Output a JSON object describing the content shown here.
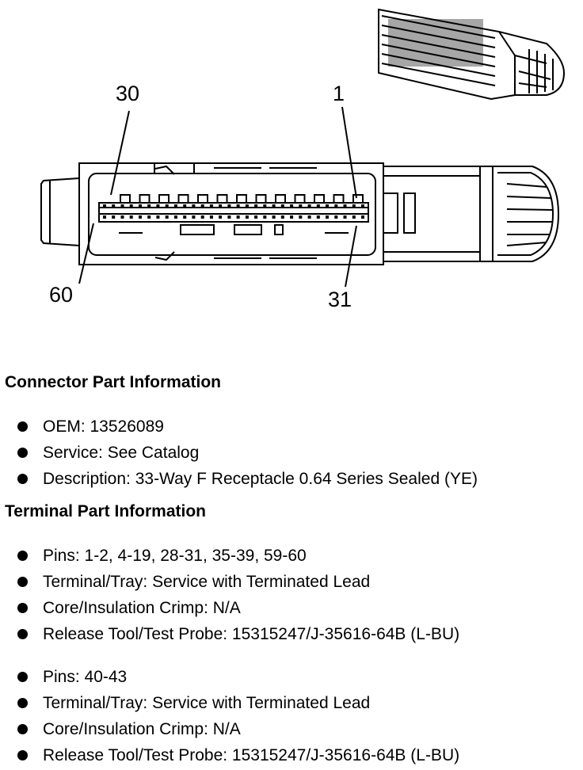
{
  "diagram": {
    "pin_labels": {
      "top_left": "30",
      "top_right": "1",
      "bottom_left": "60",
      "bottom_right": "31"
    }
  },
  "connector_section": {
    "title": "Connector Part Information",
    "items": [
      "OEM: 13526089",
      "Service: See Catalog",
      "Description: 33-Way F Receptacle 0.64 Series Sealed (YE)"
    ]
  },
  "terminal_section": {
    "title": "Terminal Part Information",
    "groups": [
      {
        "items": [
          "Pins: 1-2, 4-19, 28-31, 35-39, 59-60",
          "Terminal/Tray: Service with Terminated Lead",
          "Core/Insulation Crimp: N/A",
          "Release Tool/Test Probe: 15315247/J-35616-64B (L-BU)"
        ]
      },
      {
        "items": [
          "Pins: 40-43",
          "Terminal/Tray: Service with Terminated Lead",
          "Core/Insulation Crimp: N/A",
          "Release Tool/Test Probe: 15315247/J-35616-64B (L-BU)"
        ]
      }
    ]
  }
}
